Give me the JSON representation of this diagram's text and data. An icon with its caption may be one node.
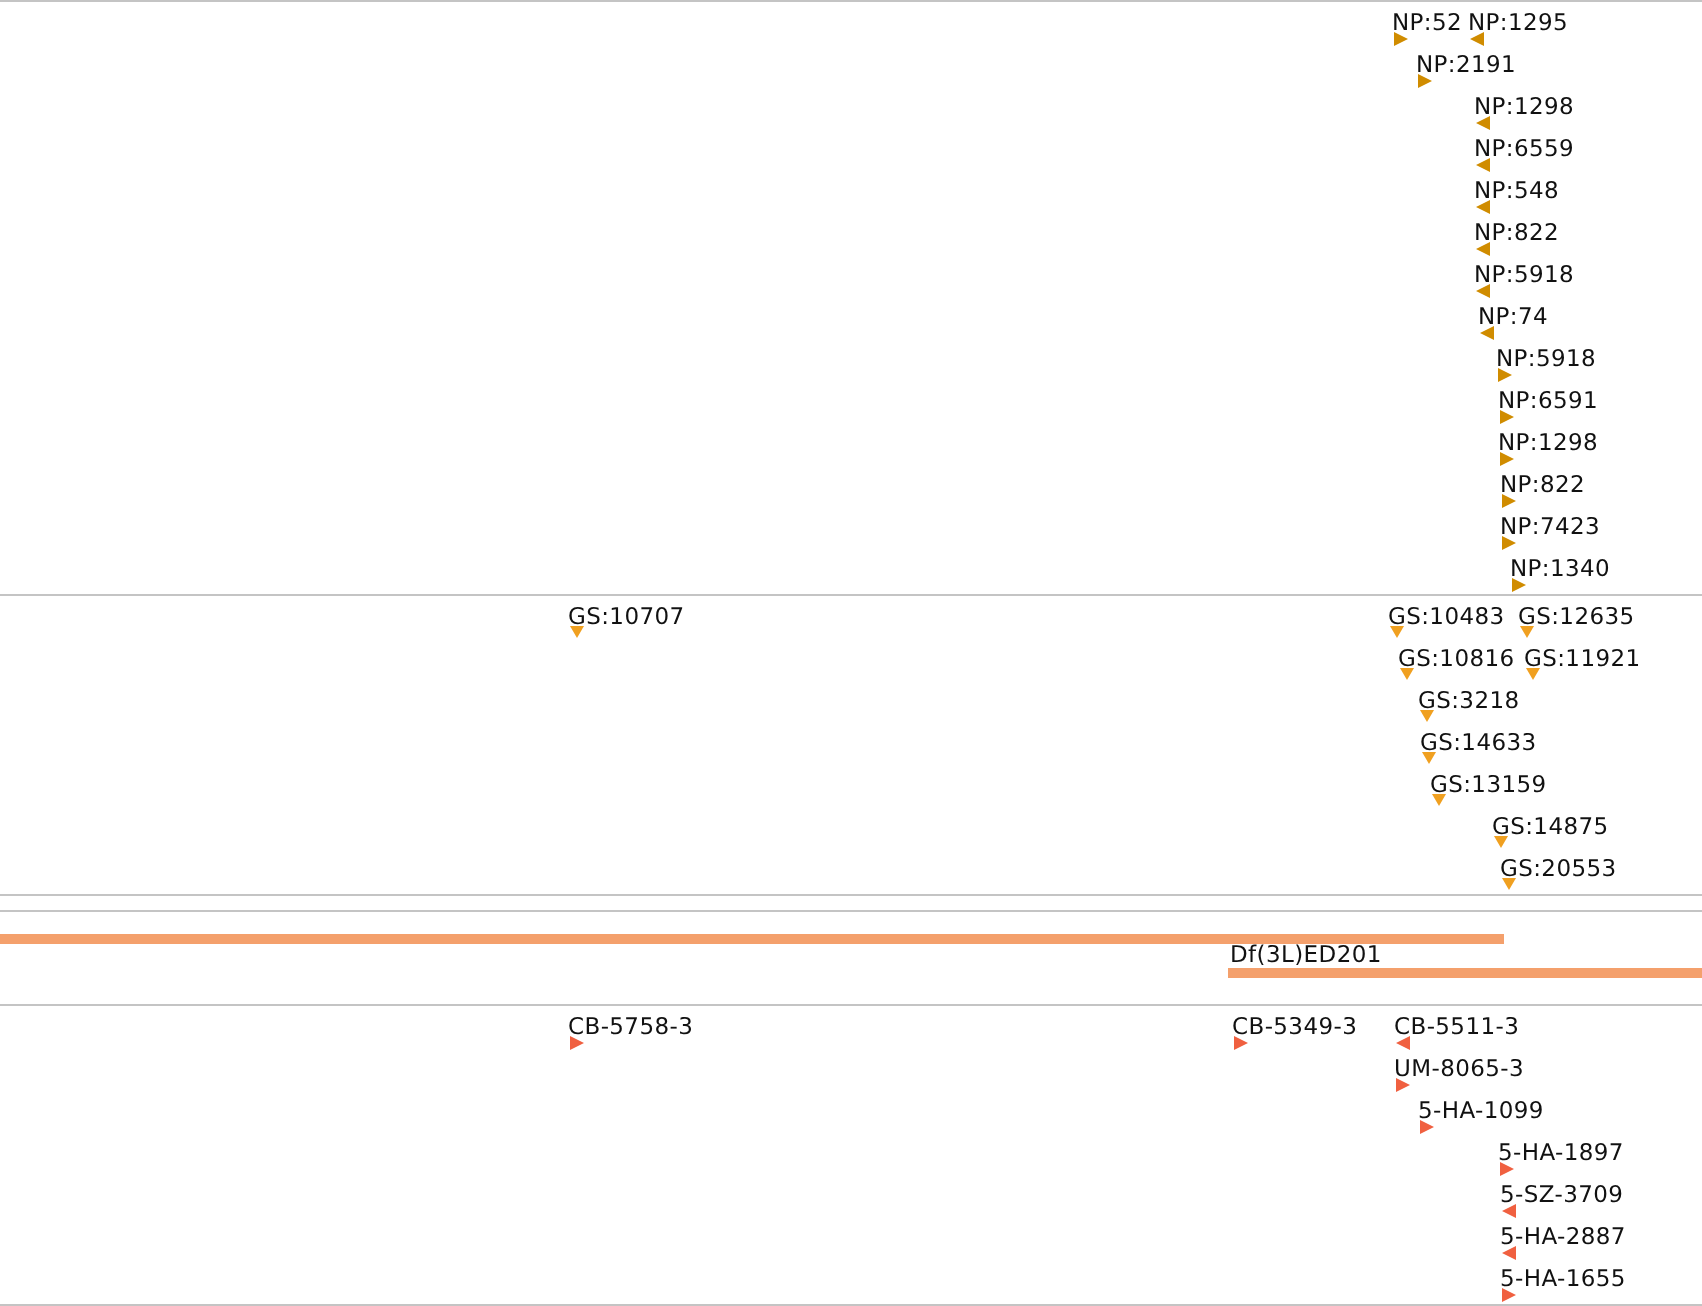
{
  "diagram": {
    "labels": [
      "NP:52",
      "NP:1295",
      "NP:2191",
      "NP:1298",
      "NP:6559",
      "NP:548",
      "NP:822",
      "NP:5918",
      "NP:74",
      "NP:5918",
      "NP:6591",
      "NP:1298",
      "NP:822",
      "NP:7423",
      "NP:1340",
      "GS:10707",
      "GS:10483",
      "GS:12635",
      "GS:10816",
      "GS:11921",
      "GS:3218",
      "GS:14633",
      "GS:13159",
      "GS:14875",
      "GS:20553",
      "Df(3L)ED201",
      "CB-5758-3",
      "CB-5349-3",
      "CB-5511-3",
      "UM-8065-3",
      "5-HA-1099",
      "5-HA-1897",
      "5-SZ-3709",
      "5-HA-2887",
      "5-HA-1655"
    ]
  }
}
